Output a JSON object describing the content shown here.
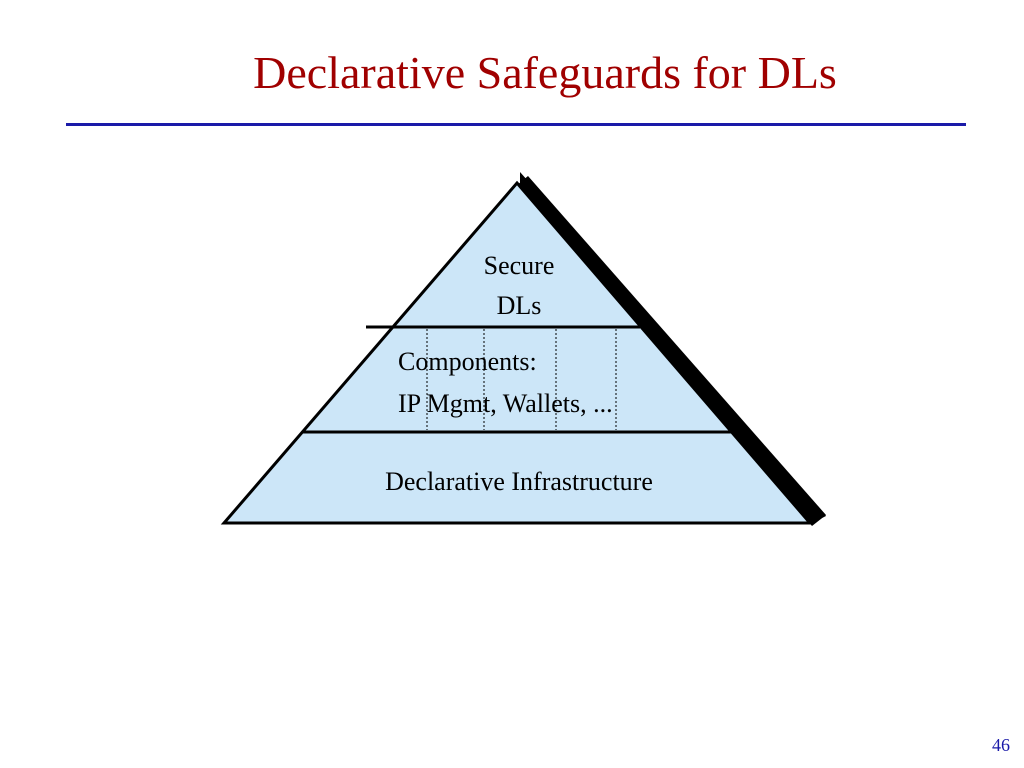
{
  "slide": {
    "title": "Declarative Safeguards for DLs",
    "page_number": "46"
  },
  "pyramid": {
    "top_layer": {
      "line1": "Secure",
      "line2": "DLs"
    },
    "middle_layer": {
      "line1": "Components:",
      "line2": "IP Mgmt, Wallets, ..."
    },
    "bottom_layer": {
      "label": "Declarative Infrastructure"
    }
  },
  "colors": {
    "title": "#a00000",
    "rule": "#1a1aa8",
    "pyramid_fill": "#cce6f8",
    "shadow": "#000000"
  }
}
